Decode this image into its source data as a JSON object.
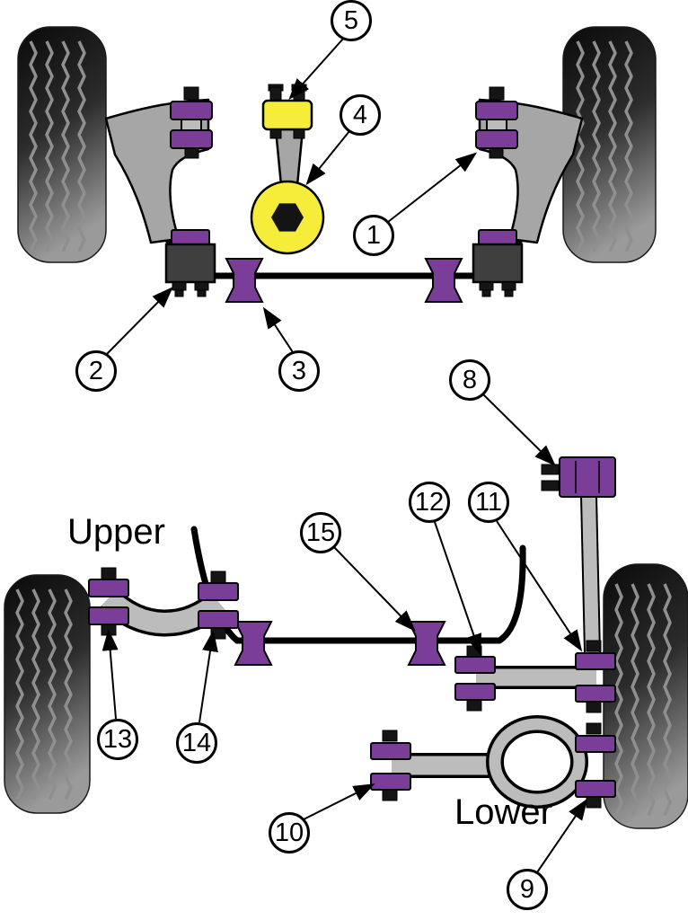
{
  "diagram": {
    "labels": {
      "upper": "Upper",
      "lower": "Lower"
    },
    "callouts": {
      "c1": "1",
      "c2": "2",
      "c3": "3",
      "c4": "4",
      "c5": "5",
      "c8": "8",
      "c9": "9",
      "c10": "10",
      "c11": "11",
      "c12": "12",
      "c13": "13",
      "c14": "14",
      "c15": "15"
    },
    "colors": {
      "purple": "#7a3e98",
      "yellow": "#f6ec3a",
      "armgray": "#a6a6a6",
      "linkgray": "#bcbcbc",
      "clampgray": "#3f3f3f",
      "tread": "#8f8f8f"
    }
  }
}
